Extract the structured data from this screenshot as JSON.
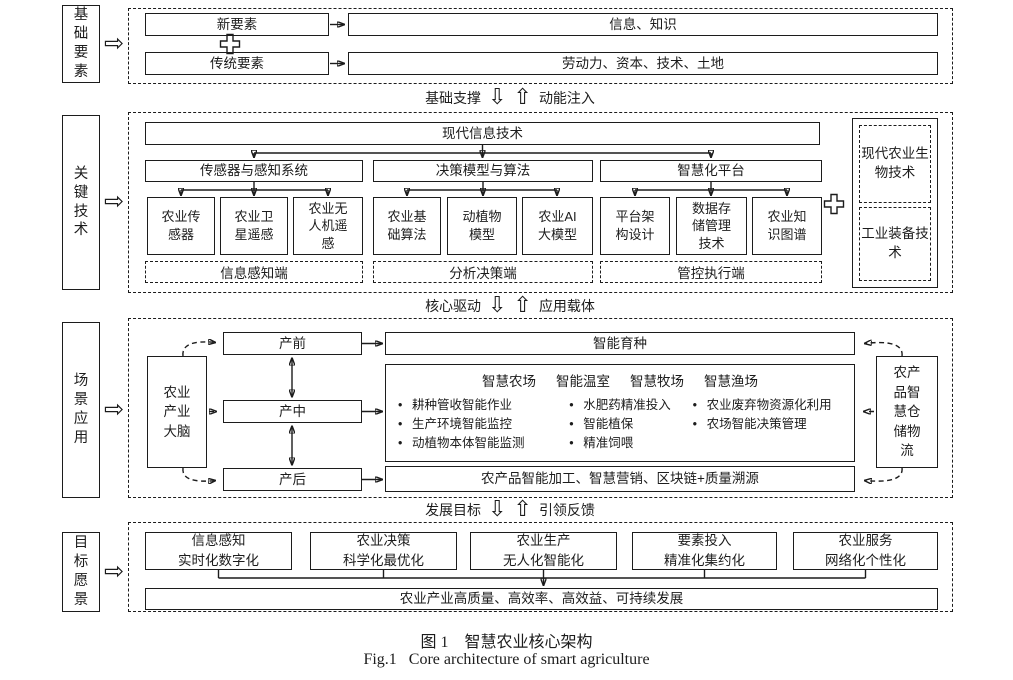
{
  "glyphs": {
    "bullet": "•",
    "arrow_right": "⇨",
    "arrow_up": "⇧",
    "arrow_down": "⇩"
  },
  "sections": {
    "foundation": {
      "label": "基础要素",
      "new_factor": "新要素",
      "traditional_factor": "传统要素",
      "new_output": "信息、知识",
      "traditional_output": "劳动力、资本、技术、土地"
    },
    "link_foundation_tech": {
      "left": "基础支撑",
      "right": "动能注入"
    },
    "technology": {
      "label": "关键技术",
      "top": "现代信息技术",
      "groups": [
        {
          "header": "传感器与感知系统",
          "children": [
            "农业传感器",
            "农业卫星遥感",
            "农业无人机遥感"
          ],
          "footer": "信息感知端"
        },
        {
          "header": "决策模型与算法",
          "children": [
            "农业基础算法",
            "动植物模型",
            "农业AI大模型"
          ],
          "footer": "分析决策端"
        },
        {
          "header": "智慧化平台",
          "children": [
            "平台架构设计",
            "数据存储管理技术",
            "农业知识图谱"
          ],
          "footer": "管控执行端"
        }
      ],
      "side": [
        "现代农业生物技术",
        "工业装备技术"
      ]
    },
    "link_tech_app": {
      "left": "核心驱动",
      "right": "应用载体"
    },
    "application": {
      "label": "场景应用",
      "brain": "农业产业大脑",
      "stages": [
        "产前",
        "产中",
        "产后"
      ],
      "breeding": "智能育种",
      "scenarios": [
        "智慧农场",
        "智能温室",
        "智慧牧场",
        "智慧渔场"
      ],
      "bullets_col1": [
        "耕种管收智能作业",
        "生产环境智能监控",
        "动植物本体智能监测"
      ],
      "bullets_col2": [
        "水肥药精准投入",
        "智能植保",
        "精准饲喂"
      ],
      "bullets_col3": [
        "农业废弃物资源化利用",
        "农场智能决策管理"
      ],
      "post_production": "农产品智能加工、智慧营销、区块链+质量溯源",
      "logistics": "农产品智慧仓储物流"
    },
    "link_app_vision": {
      "left": "发展目标",
      "right": "引领反馈"
    },
    "vision": {
      "label": "目标愿景",
      "goals": [
        [
          "信息感知",
          "实时化数字化"
        ],
        [
          "农业决策",
          "科学化最优化"
        ],
        [
          "农业生产",
          "无人化智能化"
        ],
        [
          "要素投入",
          "精准化集约化"
        ],
        [
          "农业服务",
          "网络化个性化"
        ]
      ],
      "outcome": "农业产业高质量、高效率、高效益、可持续发展"
    }
  },
  "caption": {
    "zh": "图 1　智慧农业核心架构",
    "en": "Fig.1   Core architecture of smart agriculture"
  }
}
